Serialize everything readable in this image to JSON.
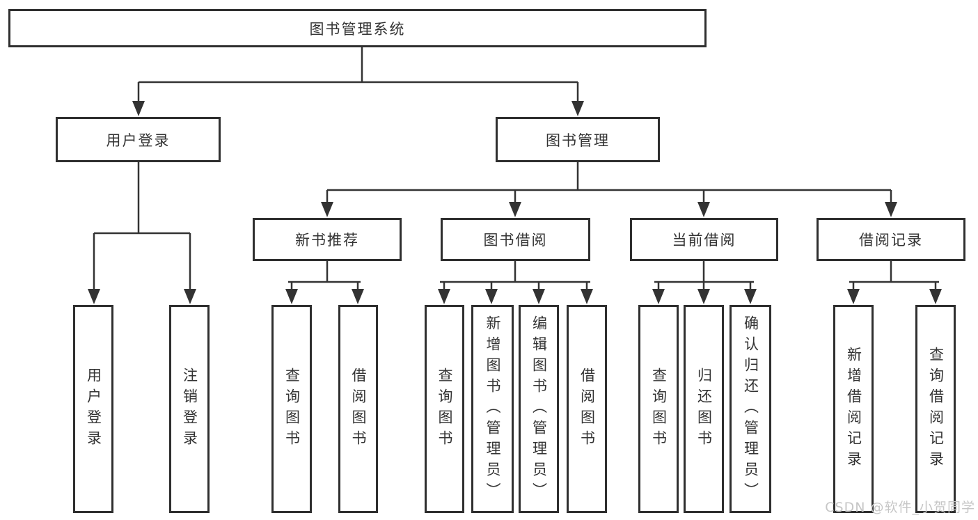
{
  "tree": {
    "label": "图书管理系统",
    "children": [
      {
        "label": "用户登录",
        "children": [
          {
            "label": "用户登录"
          },
          {
            "label": "注销登录"
          }
        ]
      },
      {
        "label": "图书管理",
        "children": [
          {
            "label": "新书推荐",
            "children": [
              {
                "label": "查询图书"
              },
              {
                "label": "借阅图书"
              }
            ]
          },
          {
            "label": "图书借阅",
            "children": [
              {
                "label": "查询图书"
              },
              {
                "label": "新增图书（管理员）"
              },
              {
                "label": "编辑图书（管理员）"
              },
              {
                "label": "借阅图书"
              }
            ]
          },
          {
            "label": "当前借阅",
            "children": [
              {
                "label": "查询图书"
              },
              {
                "label": "归还图书"
              },
              {
                "label": "确认归还（管理员）"
              }
            ]
          },
          {
            "label": "借阅记录",
            "children": [
              {
                "label": "新增借阅记录"
              },
              {
                "label": "查询借阅记录"
              }
            ]
          }
        ]
      }
    ]
  },
  "watermark": {
    "text": "CSDN @软件_小贺同学"
  },
  "colors": {
    "line": "#333333",
    "box_border": "#2f2f2f",
    "text": "#333333",
    "background": "#ffffff",
    "watermark": "#c6c6c6"
  }
}
